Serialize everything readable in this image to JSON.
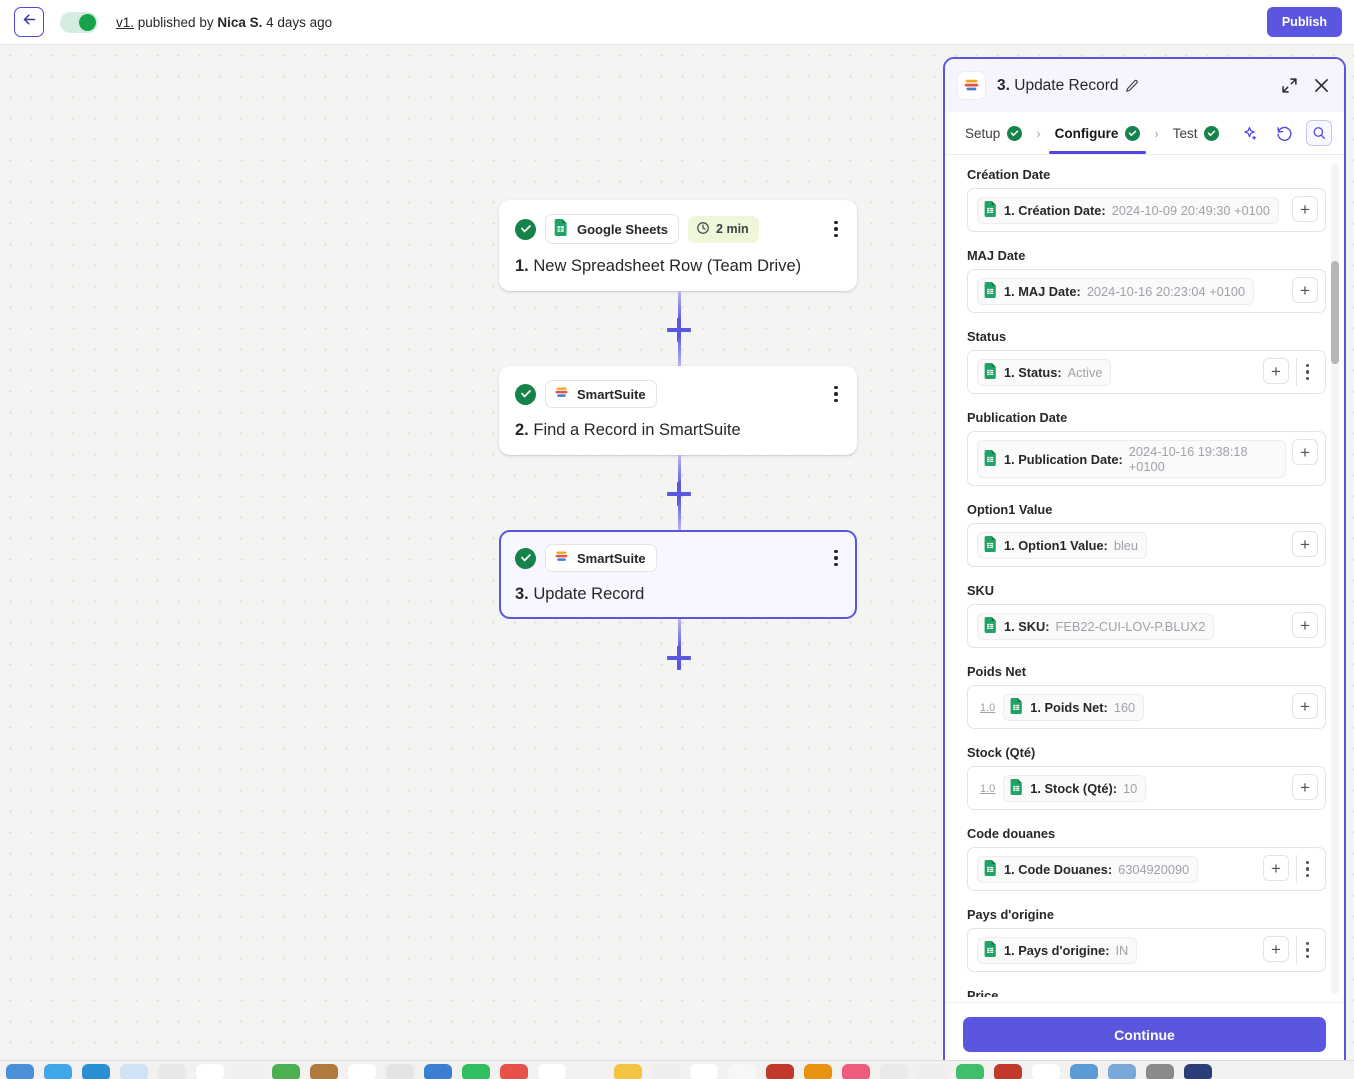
{
  "topbar": {
    "back_icon": "arrow-left-icon",
    "toggle_state": "on",
    "version_link": "v1.",
    "published_by_text": " published by ",
    "author": "Nica S.",
    "time_ago": " 4 days ago",
    "publish_label": "Publish",
    "accent": "#5b56e0"
  },
  "flow": {
    "nodes": [
      {
        "status": "success",
        "app": "Google Sheets",
        "app_icon": "google-sheets-icon",
        "duration": "2 min",
        "duration_icon": "clock-icon",
        "index": "1.",
        "title": "New Spreadsheet Row (Team Drive)",
        "selected": false
      },
      {
        "status": "success",
        "app": "SmartSuite",
        "app_icon": "smartsuite-icon",
        "duration": "",
        "index": "2.",
        "title": "Find a Record in SmartSuite",
        "selected": false
      },
      {
        "status": "success",
        "app": "SmartSuite",
        "app_icon": "smartsuite-icon",
        "duration": "",
        "index": "3.",
        "title": "Update Record",
        "selected": true
      }
    ],
    "add_step_icon": "plus-icon"
  },
  "panel": {
    "logo_icon": "smartsuite-icon",
    "step_index": "3.",
    "title": "Update Record",
    "edit_icon": "pencil-icon",
    "expand_icon": "expand-icon",
    "close_icon": "close-icon",
    "tabs": [
      {
        "label": "Setup",
        "state": "complete",
        "active": false
      },
      {
        "label": "Configure",
        "state": "complete",
        "active": true
      },
      {
        "label": "Test",
        "state": "complete",
        "active": false
      }
    ],
    "tab_separator": "›",
    "actions": [
      {
        "name": "ai-sparkle-icon",
        "active": false
      },
      {
        "name": "undo-icon",
        "active": false
      },
      {
        "name": "search-icon",
        "active": true
      }
    ],
    "fields": [
      {
        "label": "Création Date",
        "token_key": "1. Création Date:",
        "token_value": "2024-10-09 20:49:30 +0100",
        "token_icon": "google-sheets-icon",
        "num_badge": "",
        "wraps": true,
        "has_kebab": false
      },
      {
        "label": "MAJ Date",
        "token_key": "1. MAJ Date:",
        "token_value": "2024-10-16 20:23:04 +0100",
        "token_icon": "google-sheets-icon",
        "num_badge": "",
        "wraps": false,
        "has_kebab": false
      },
      {
        "label": "Status",
        "token_key": "1. Status:",
        "token_value": "Active",
        "token_icon": "google-sheets-icon",
        "num_badge": "",
        "wraps": false,
        "has_kebab": true
      },
      {
        "label": "Publication Date",
        "token_key": "1. Publication Date:",
        "token_value": "2024-10-16 19:38:18 +0100",
        "token_icon": "google-sheets-icon",
        "num_badge": "",
        "wraps": true,
        "has_kebab": false
      },
      {
        "label": "Option1 Value",
        "token_key": "1. Option1 Value:",
        "token_value": "bleu",
        "token_icon": "google-sheets-icon",
        "num_badge": "",
        "wraps": false,
        "has_kebab": false
      },
      {
        "label": "SKU",
        "token_key": "1. SKU:",
        "token_value": "FEB22-CUI-LOV-P.BLUX2",
        "token_icon": "google-sheets-icon",
        "num_badge": "",
        "wraps": false,
        "has_kebab": false
      },
      {
        "label": "Poids Net",
        "token_key": "1. Poids Net:",
        "token_value": "160",
        "token_icon": "google-sheets-icon",
        "num_badge": "1.0",
        "wraps": false,
        "has_kebab": false
      },
      {
        "label": "Stock (Qté)",
        "token_key": "1. Stock (Qté):",
        "token_value": "10",
        "token_icon": "google-sheets-icon",
        "num_badge": "1.0",
        "wraps": false,
        "has_kebab": false
      },
      {
        "label": "Code douanes",
        "token_key": "1. Code Douanes:",
        "token_value": "6304920090",
        "token_icon": "google-sheets-icon",
        "num_badge": "",
        "wraps": false,
        "has_kebab": true
      },
      {
        "label": "Pays d'origine",
        "token_key": "1. Pays d'origine:",
        "token_value": "IN",
        "token_icon": "google-sheets-icon",
        "num_badge": "",
        "wraps": false,
        "has_kebab": true
      }
    ],
    "next_field_label": "Price",
    "add_token_label": "+",
    "continue_label": "Continue"
  },
  "dock": {
    "colors": [
      "#4a90d9",
      "#3fa7e8",
      "#2b8fd6",
      "#cfe3f5",
      "#e8e8e8",
      "#ffffff",
      "#f0f0f0",
      "#4caf50",
      "#b07a3c",
      "#ffffff",
      "#e4e4e4",
      "#3b7fd4",
      "#2fbf5f",
      "#e8504a",
      "#ffffff",
      "#f2f2f2",
      "#f5c342",
      "#ededed",
      "#ffffff",
      "#f7f7f7",
      "#c0392b",
      "#e8920f",
      "#ef5b7a",
      "#e9e9e9",
      "#eeeeee",
      "#3fbf6a",
      "#c0392b",
      "#ffffff",
      "#5b9bd5",
      "#7aa9d9",
      "#8a8a8a",
      "#2c3e7a"
    ]
  }
}
